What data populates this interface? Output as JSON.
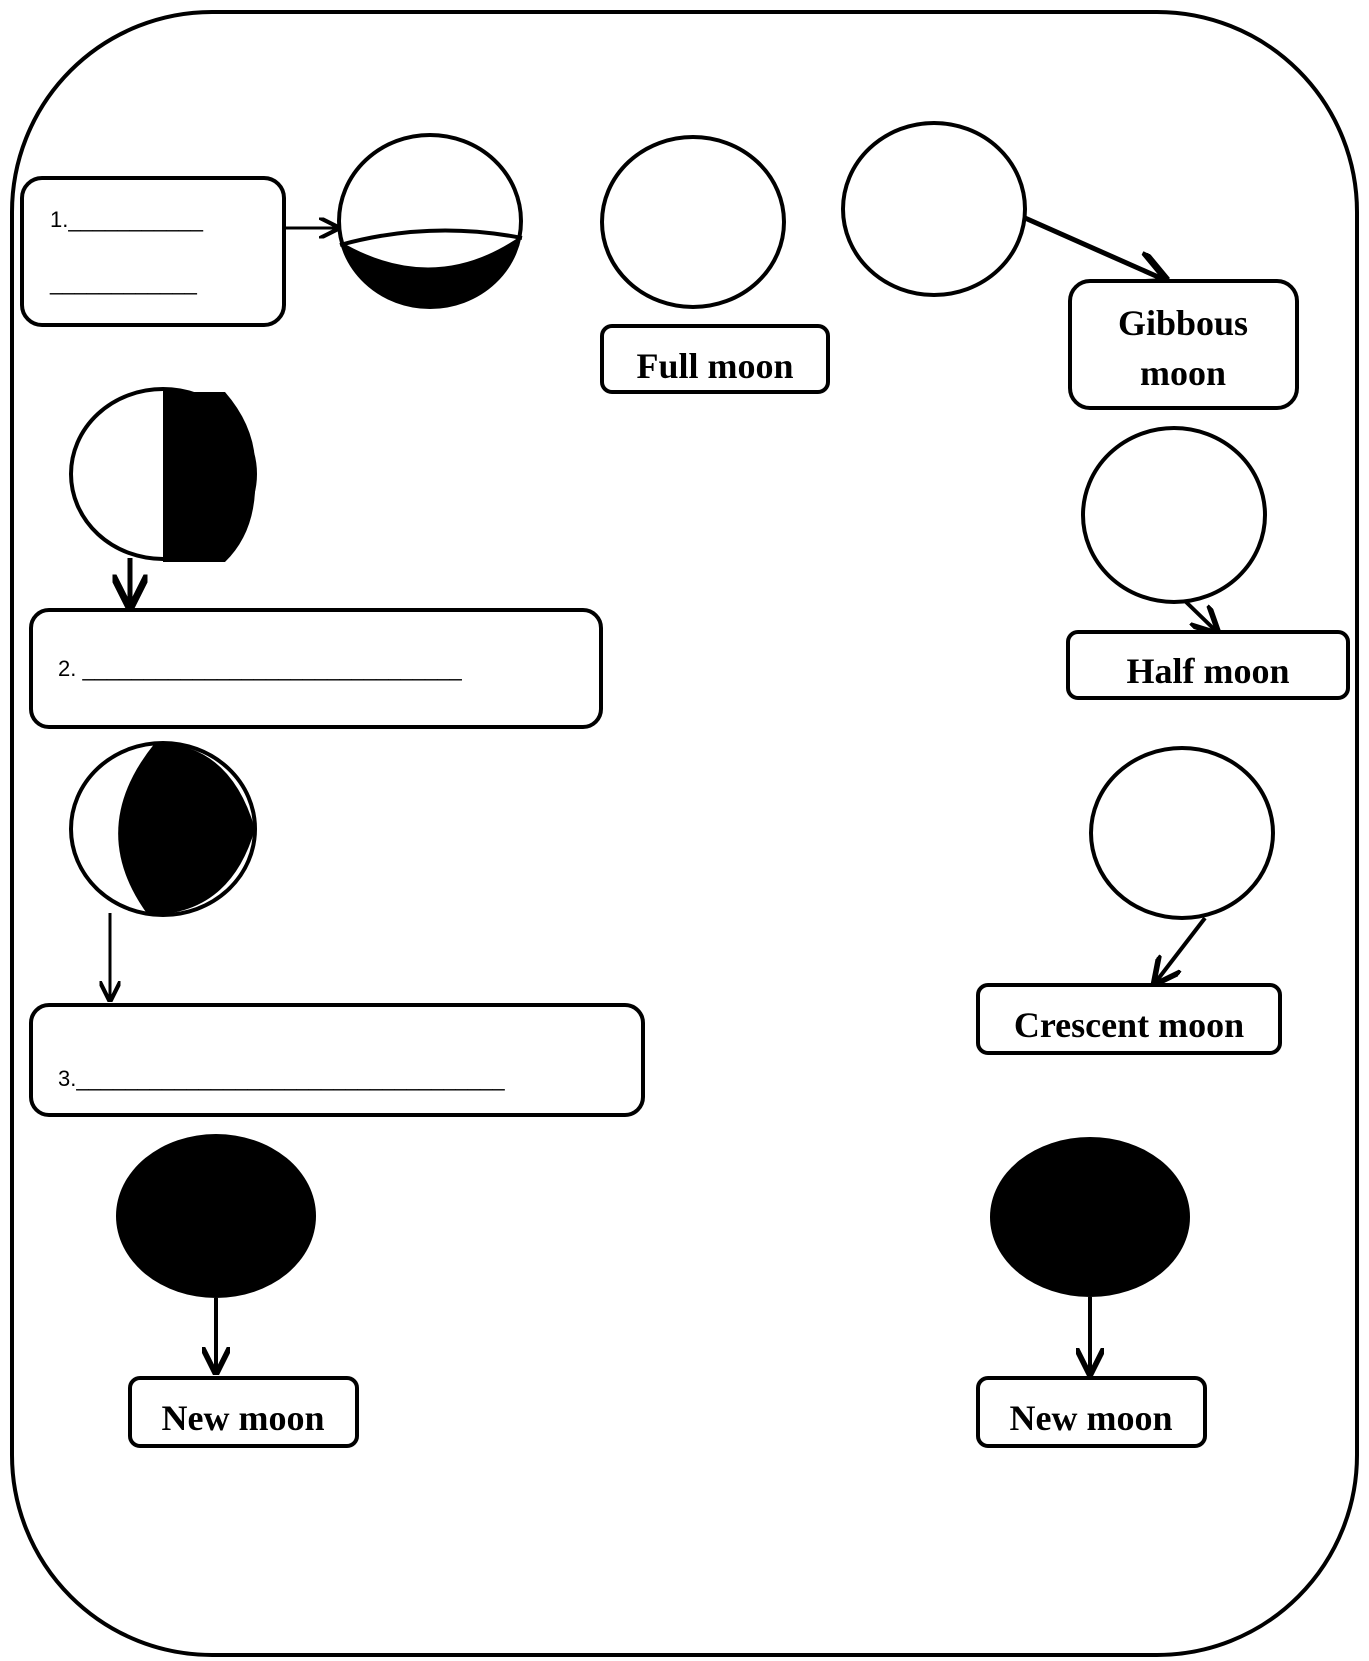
{
  "blanks": {
    "one_line1": "1.___________",
    "one_line2": "____________",
    "two": "2. _______________________________",
    "three": "3.___________________________________"
  },
  "labels": {
    "full_moon": "Full moon",
    "gibbous_line1": "Gibbous",
    "gibbous_line2": "moon",
    "half_moon": "Half moon",
    "crescent_moon": "Crescent moon",
    "new_moon_left": "New moon",
    "new_moon_right": "New moon"
  },
  "colors": {
    "ink": "#000000",
    "paper": "#ffffff"
  }
}
